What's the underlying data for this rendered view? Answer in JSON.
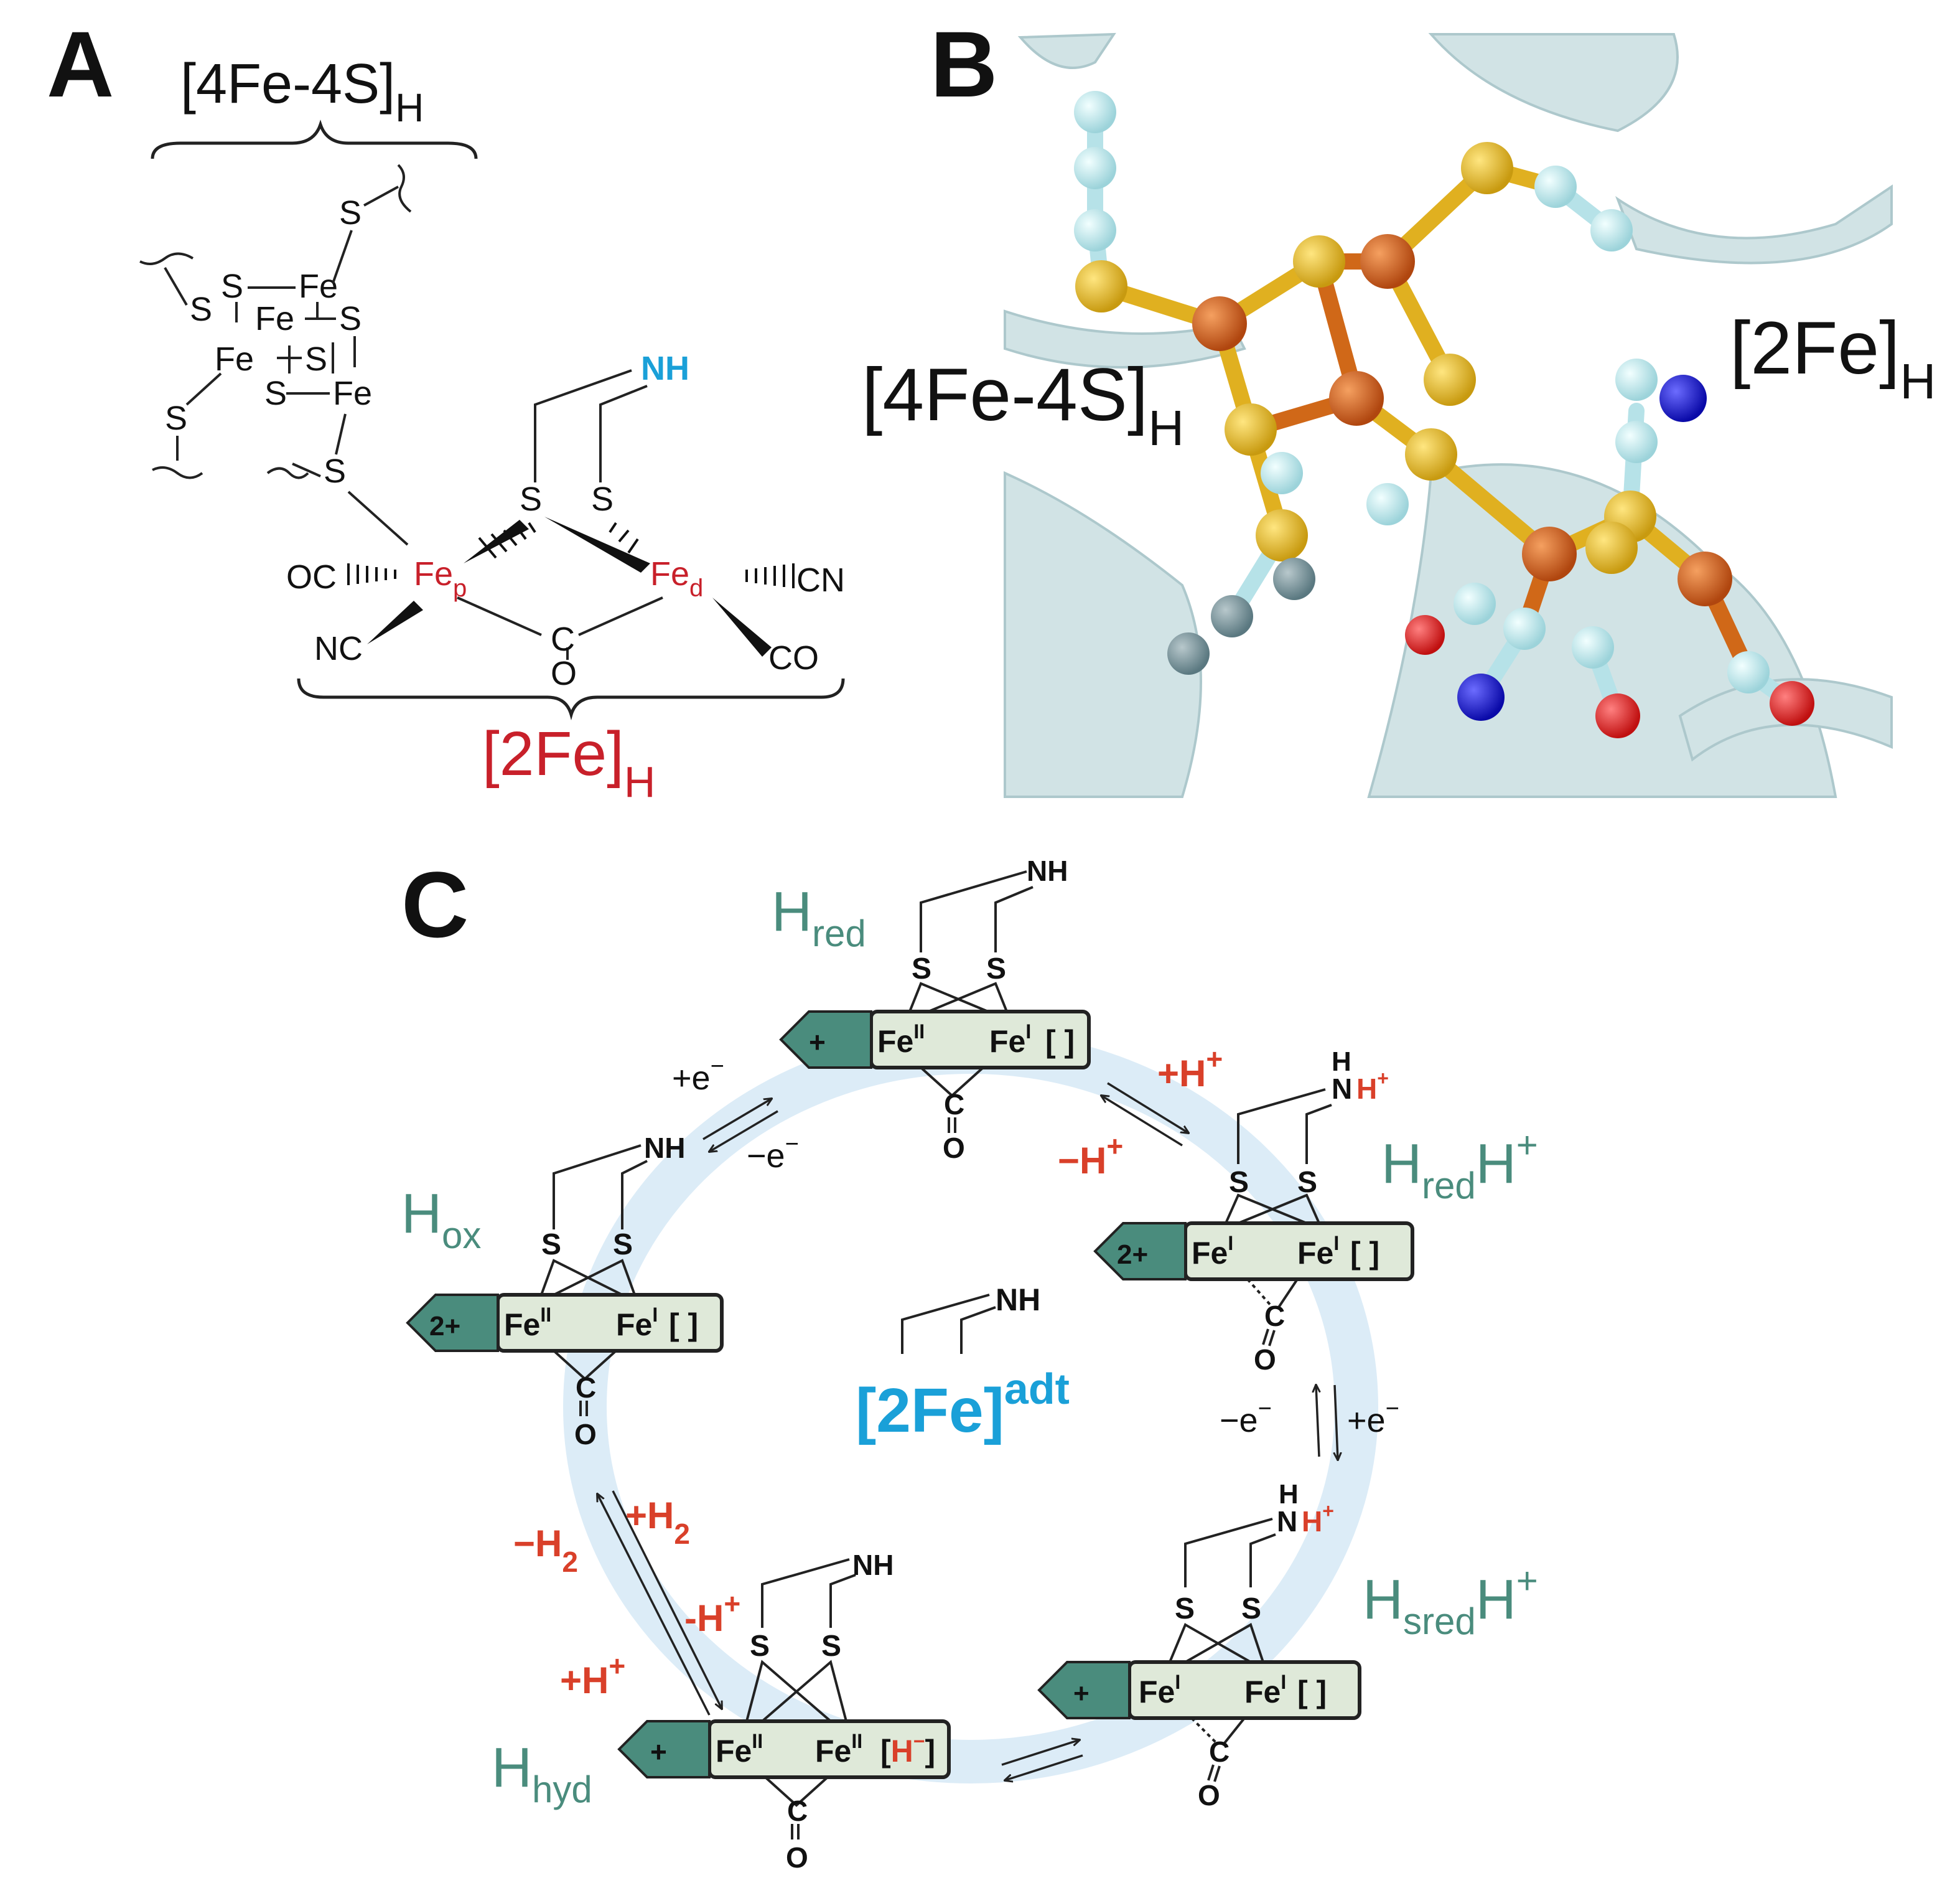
{
  "panels": {
    "a": "A",
    "b": "B",
    "c": "C"
  },
  "panel_a": {
    "cluster_label": "[4Fe-4S]",
    "cluster_sub": "H",
    "h_label": "[2Fe]",
    "h_sub": "H",
    "nh": "NH",
    "fe_p": "Fe",
    "fe_p_sub": "p",
    "fe_d": "Fe",
    "fe_d_sub": "d",
    "oc": "OC",
    "nc": "NC",
    "cn": "CN",
    "co": "CO",
    "c": "C",
    "o": "O",
    "s": "S",
    "fe": "Fe"
  },
  "panel_b": {
    "cluster_label": "[4Fe-4S]",
    "cluster_sub": "H",
    "h_label": "[2Fe]",
    "h_sub": "H"
  },
  "panel_c": {
    "center_nh": "NH",
    "center_label": "[2Fe]",
    "center_sup": "adt",
    "states": {
      "hred": {
        "name": "H",
        "sub": "red",
        "charge": "+",
        "fe1": "Fe",
        "fe1_sup": "II",
        "fe2": "Fe",
        "fe2_sup": "I",
        "site": "[ ]",
        "nh": "NH"
      },
      "hredh": {
        "name": "H",
        "sub": "red",
        "tail": "H",
        "tail_sup": "+",
        "charge": "2+",
        "fe1": "Fe",
        "fe1_sup": "I",
        "fe2": "Fe",
        "fe2_sup": "I",
        "site": "[ ]",
        "nh_h": "H",
        "nh": "N",
        "nh_hplus": "H",
        "nh_hplus_sup": "+"
      },
      "hox": {
        "name": "H",
        "sub": "ox",
        "charge": "2+",
        "fe1": "Fe",
        "fe1_sup": "II",
        "fe2": "Fe",
        "fe2_sup": "I",
        "site": "[ ]",
        "nh": "NH"
      },
      "hsredh": {
        "name": "H",
        "sub": "sred",
        "tail": "H",
        "tail_sup": "+",
        "charge": "+",
        "fe1": "Fe",
        "fe1_sup": "I",
        "fe2": "Fe",
        "fe2_sup": "I",
        "site": "[ ]",
        "nh_h": "H",
        "nh": "N",
        "nh_hplus": "H",
        "nh_hplus_sup": "+"
      },
      "hhyd": {
        "name": "H",
        "sub": "hyd",
        "charge": "+",
        "fe1": "Fe",
        "fe1_sup": "II",
        "fe2": "Fe",
        "fe2_sup": "II",
        "site_open": "[",
        "site_h": "H",
        "site_hsup": "−",
        "site_close": "]",
        "nh": "NH"
      }
    },
    "arrows": {
      "hox_hred_fwd": "+e",
      "hox_hred_fwd_sup": "−",
      "hox_hred_rev": "−e",
      "hox_hred_rev_sup": "−",
      "hred_hredh_fwd": "+H",
      "hred_hredh_fwd_sup": "+",
      "hred_hredh_rev": "−H",
      "hred_hredh_rev_sup": "+",
      "hredh_hsredh_left": "−e",
      "hredh_hsredh_left_sup": "−",
      "hredh_hsredh_right": "+e",
      "hredh_hsredh_right_sup": "−",
      "hox_hhyd_minus_h2": "−H",
      "hox_hhyd_minus_h2_sub": "2",
      "hox_hhyd_plus_h2": "+H",
      "hox_hhyd_plus_h2_sub": "2",
      "hox_hhyd_minus_h": "-H",
      "hox_hhyd_minus_h_sup": "+",
      "hox_hhyd_plus_h": "+H",
      "hox_hhyd_plus_h_sup": "+"
    },
    "s": "S",
    "c": "C",
    "o": "O"
  },
  "colors": {
    "teal": "#4a8c7d",
    "red": "#d9402a",
    "blue": "#1aa0d8",
    "crimson": "#c8202a",
    "box": "#dfe9d9",
    "ring": "#dcecf7"
  }
}
